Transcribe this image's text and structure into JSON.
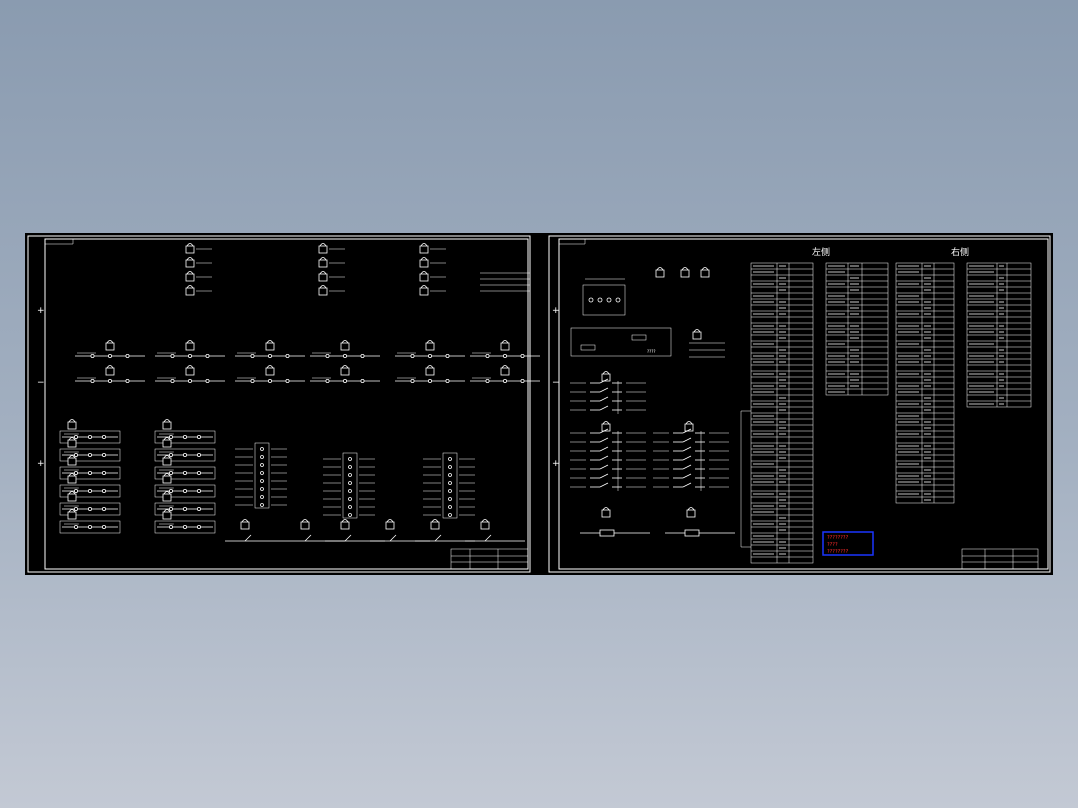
{
  "sheets": [
    {
      "id": "sheet-left",
      "title": ""
    },
    {
      "id": "sheet-right",
      "title": ""
    }
  ],
  "right_sheet": {
    "header_left": "左侧",
    "header_right": "右侧",
    "red_note_lines": [
      "????????",
      "????",
      "????????"
    ],
    "question_text": "????"
  },
  "colors": {
    "background_top": "#8a9bb0",
    "background_bottom": "#c3c9d4",
    "canvas": "#000000",
    "line": "#ffffff",
    "stamp_border": "#1a35ff",
    "stamp_text": "#ff2a2a"
  },
  "icons": [
    "plus-marker-icon",
    "minus-marker-icon",
    "lamp-symbol-icon",
    "switch-symbol-icon"
  ]
}
